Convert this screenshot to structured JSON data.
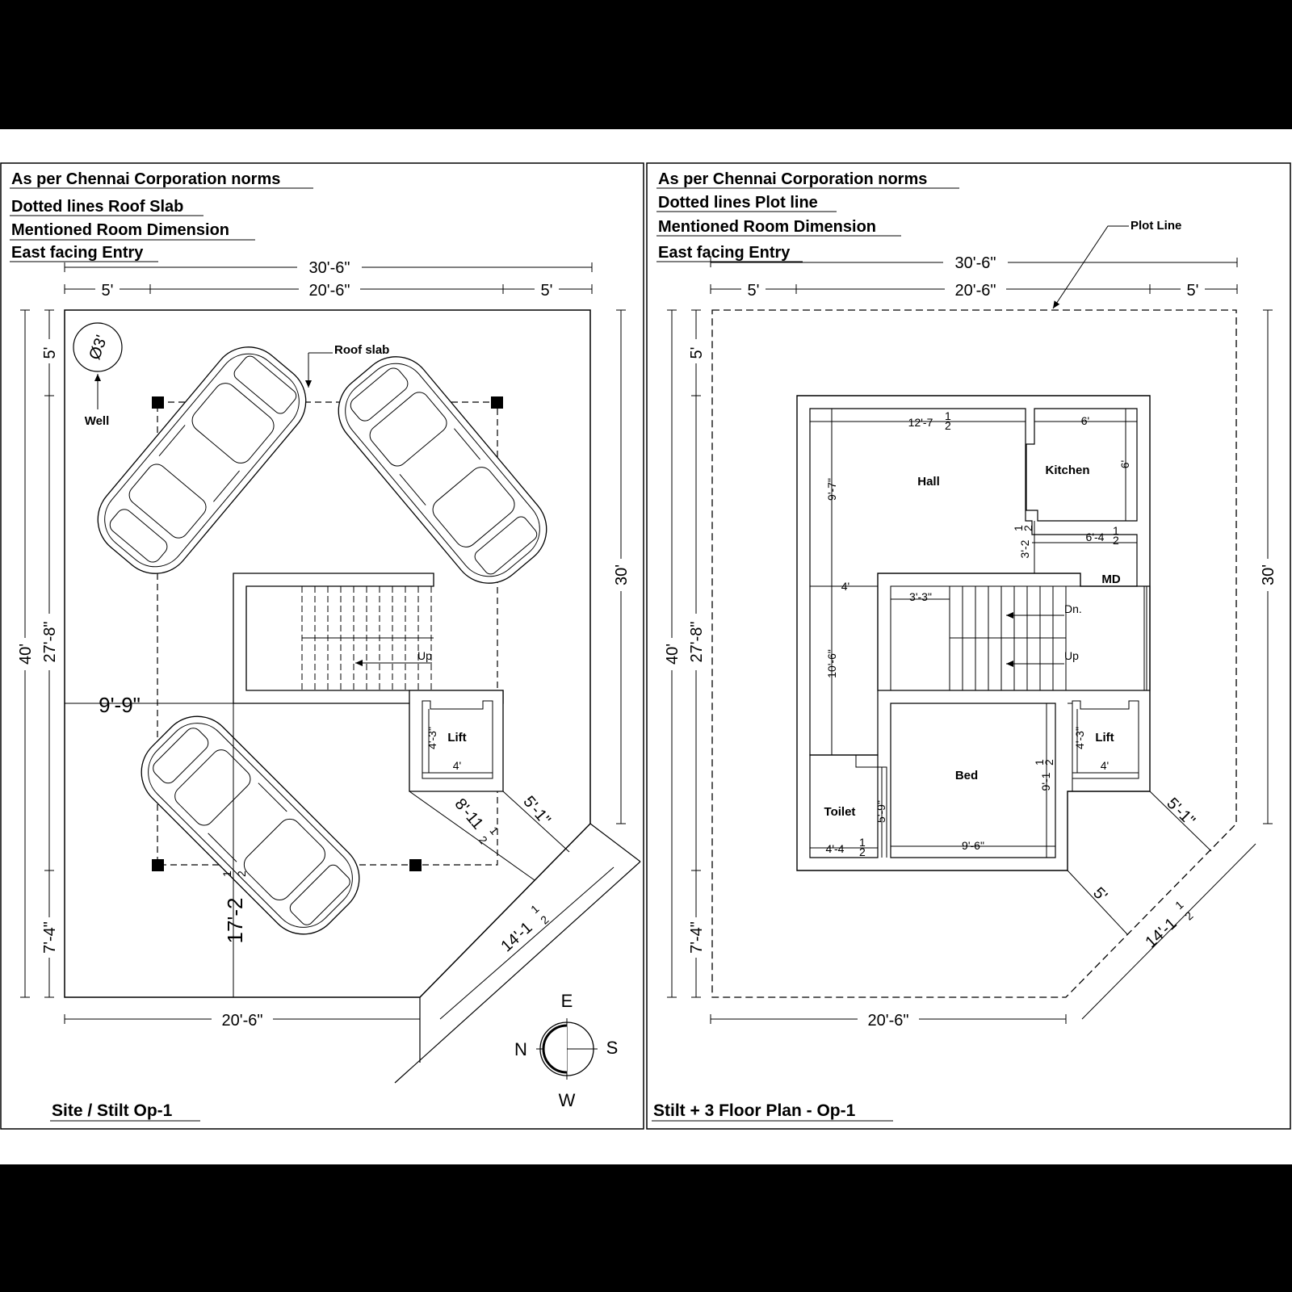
{
  "left": {
    "notes": [
      "As per Chennai Corporation norms",
      "Dotted lines Roof Slab",
      "Mentioned Room Dimension",
      "East facing Entry"
    ],
    "dims": {
      "total_width": "30'-6\"",
      "setback_left": "5'",
      "middle": "20'-6\"",
      "setback_right": "5'",
      "front_setback": "5'",
      "height_total": "40'",
      "height_mid": "27'-8\"",
      "height_bottom": "7'-4\"",
      "right_side": "30'",
      "stair_offset": "9'-9\"",
      "car_depth": "17'-2",
      "car_depth_frac": "1",
      "car_depth_den": "2",
      "lift_h": "4'-3\"",
      "lift_w": "4'",
      "splay_a": "8'-11",
      "splay_a_frac": "1",
      "splay_a_den": "2",
      "splay_b": "5'-1\"",
      "chamfer": "14'-1",
      "chamfer_frac": "1",
      "chamfer_den": "2",
      "bottom_width": "20'-6\""
    },
    "labels": {
      "well_dia": "Ø3'",
      "well": "Well",
      "roof_slab": "Roof slab",
      "up": "Up",
      "lift": "Lift"
    },
    "compass": {
      "e": "E",
      "n": "N",
      "s": "S",
      "w": "W"
    },
    "title": "Site / Stilt  Op-1"
  },
  "right": {
    "notes": [
      "As per Chennai Corporation norms",
      "Dotted lines Plot line",
      "Mentioned Room Dimension",
      "East facing Entry"
    ],
    "plot_line": "Plot Line",
    "dims": {
      "total_width": "30'-6\"",
      "setback_left": "5'",
      "middle": "20'-6\"",
      "setback_right": "5'",
      "front_setback": "5'",
      "height_total": "40'",
      "height_mid": "27'-8\"",
      "height_bottom": "7'-4\"",
      "right_side": "30'",
      "hall_w": "12'-7",
      "hall_w_frac": "1",
      "hall_w_den": "2",
      "kitchen_w": "6'",
      "kitchen_h": "6'",
      "hall_h": "9'-7\"",
      "passage": "3'-2",
      "passage_frac": "1",
      "passage_den": "2",
      "kitchen_gap": "6'-4",
      "kitchen_gap_frac": "1",
      "kitchen_gap_den": "2",
      "stair_offset": "4'",
      "stair_w": "3'-3\"",
      "left_mid": "10'-6\"",
      "bed_h": "9'-1",
      "bed_h_frac": "1",
      "bed_h_den": "2",
      "bed_w": "9'-6\"",
      "toilet_h": "5'-9\"",
      "toilet_w": "4'-4",
      "toilet_w_frac": "1",
      "toilet_w_den": "2",
      "lift_h": "4'-3\"",
      "lift_w": "4'",
      "splay_a": "5'-1\"",
      "splay_b": "5'",
      "chamfer": "14'-1",
      "chamfer_frac": "1",
      "chamfer_den": "2",
      "bottom_width": "20'-6\""
    },
    "rooms": {
      "hall": "Hall",
      "kitchen": "Kitchen",
      "bed": "Bed",
      "toilet": "Toilet",
      "lift": "Lift",
      "md": "MD",
      "dn": "Dn.",
      "up": "Up"
    },
    "title": "Stilt + 3 Floor Plan - Op-1"
  }
}
